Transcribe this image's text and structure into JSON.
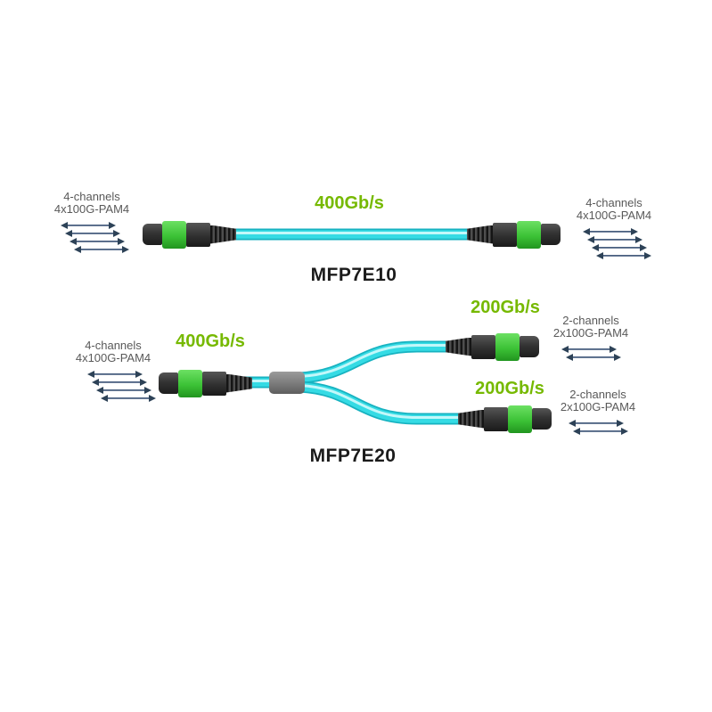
{
  "colors": {
    "green_text": "#76b900",
    "label_text": "#595959",
    "arrow": "#2d4257",
    "arrow_line": "#4a6080",
    "model_text": "#1b1b1b",
    "cable_main": "#35dbe4",
    "cable_edge": "#17b2c0",
    "cable_glow": "#c2f8fa",
    "splitter_gray": "#7d7d7d"
  },
  "cables": [
    {
      "model": "MFP7E10",
      "type": "straight",
      "speed": "400Gb/s",
      "left_label": {
        "line1": "4-channels",
        "line2": "4x100G-PAM4",
        "arrows": 4
      },
      "right_label": {
        "line1": "4-channels",
        "line2": "4x100G-PAM4",
        "arrows": 4
      }
    },
    {
      "model": "MFP7E20",
      "type": "splitter",
      "trunk_speed": "400Gb/s",
      "trunk_label": {
        "line1": "4-channels",
        "line2": "4x100G-PAM4",
        "arrows": 4
      },
      "branches": [
        {
          "speed": "200Gb/s",
          "label": {
            "line1": "2-channels",
            "line2": "2x100G-PAM4",
            "arrows": 2
          }
        },
        {
          "speed": "200Gb/s",
          "label": {
            "line1": "2-channels",
            "line2": "2x100G-PAM4",
            "arrows": 2
          }
        }
      ]
    }
  ]
}
